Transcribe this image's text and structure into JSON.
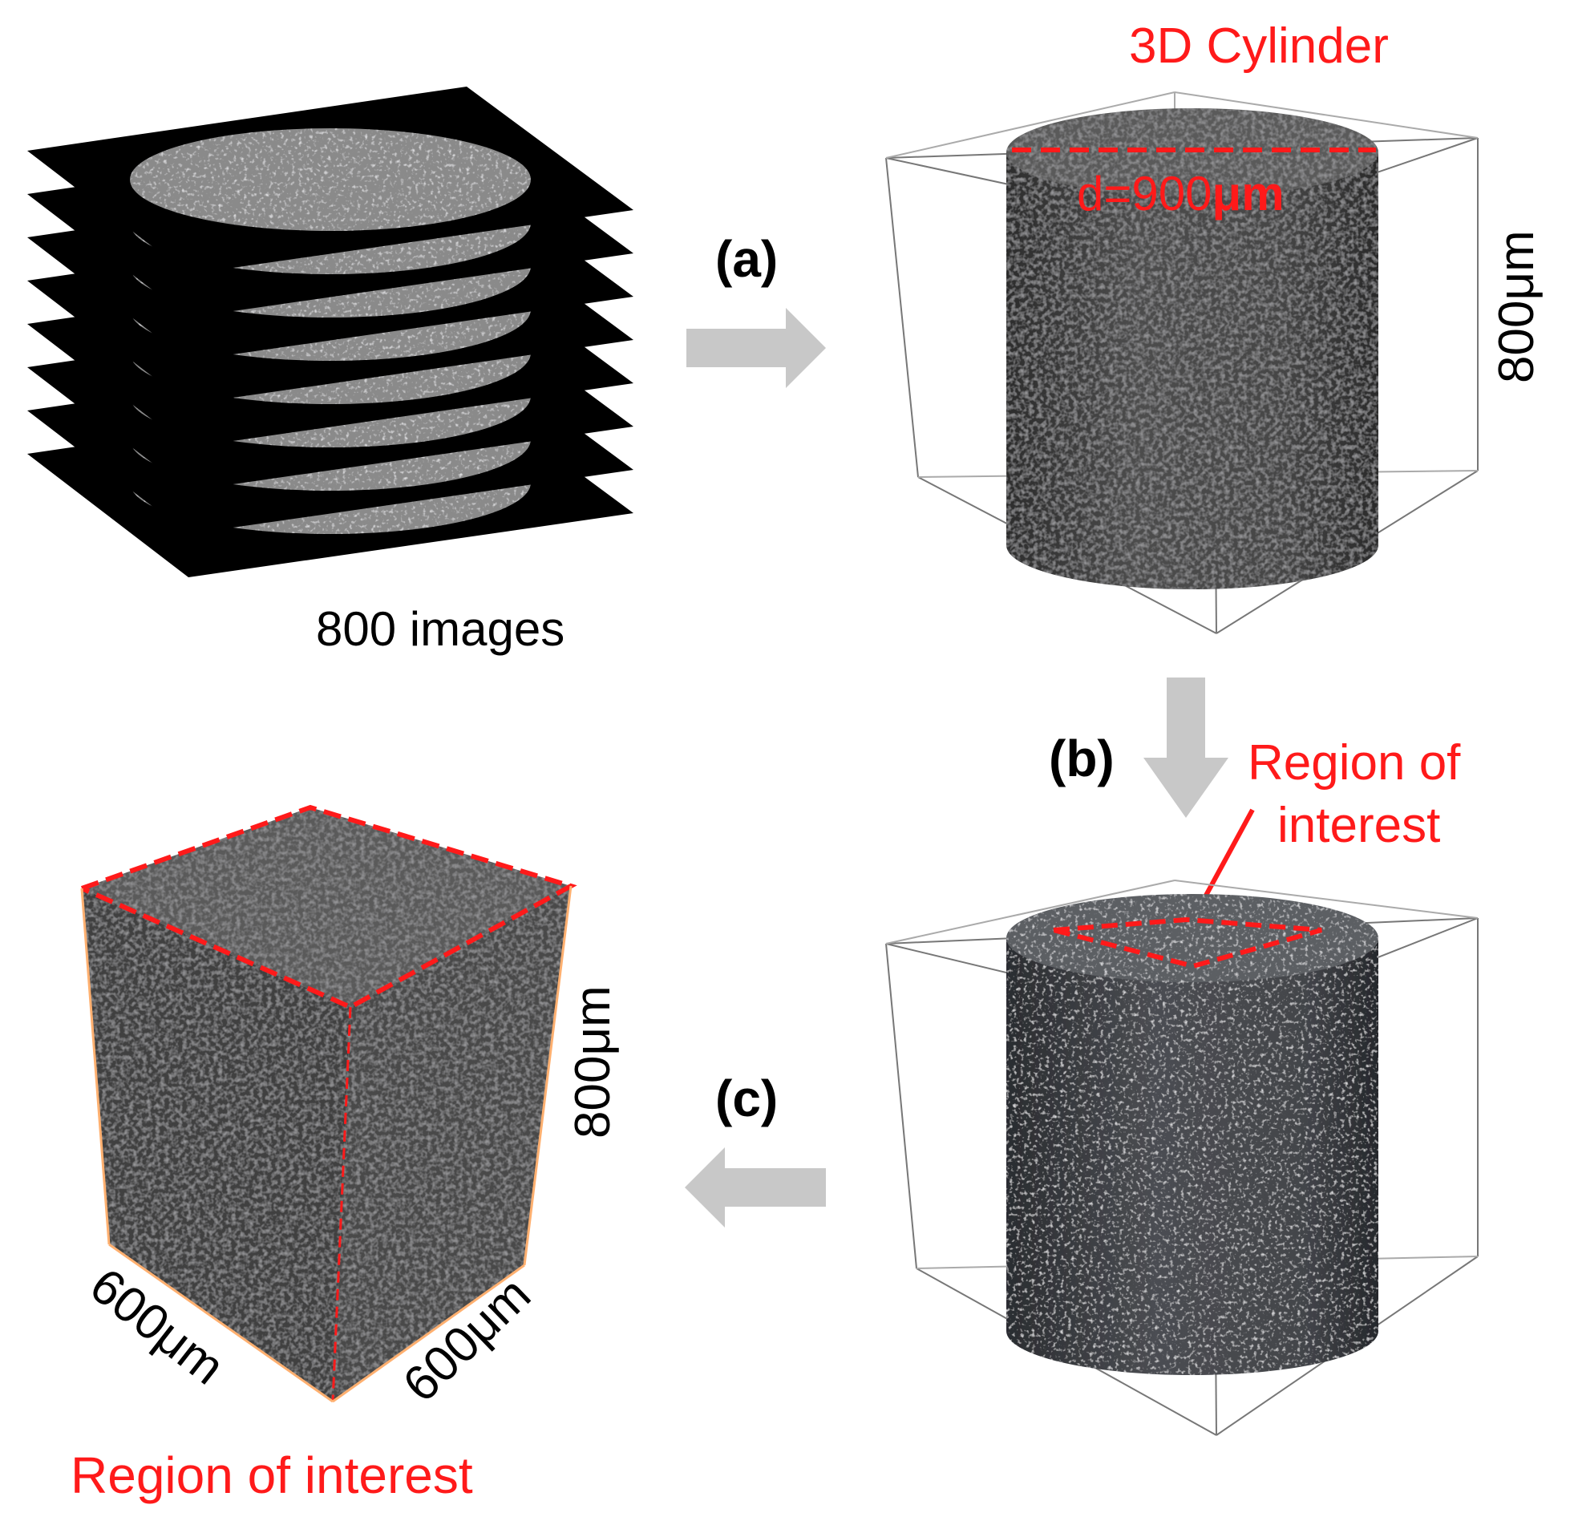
{
  "colors": {
    "annotation_red": "#ff1a1a",
    "arrow_gray": "#c8c8c8",
    "slice_black": "#000000",
    "rock_gray": "#4a4a4a",
    "disc_gray": "#8a8a8a"
  },
  "labels": {
    "slices_caption": "800 images",
    "step_a": "(a)",
    "step_b": "(b)",
    "step_c": "(c)",
    "cylinder_title": "3D Cylinder",
    "diameter_prefix": "d=900",
    "diameter_unit": "μm",
    "cylinder_height": "800μm",
    "roi_callout_line1": "Region of",
    "roi_callout_line2": "interest",
    "cube_height": "800μm",
    "cube_width_left": "600μm",
    "cube_width_right": "600μm",
    "roi_caption": "Region of interest"
  },
  "slice_stack": {
    "count_shown": 8
  }
}
